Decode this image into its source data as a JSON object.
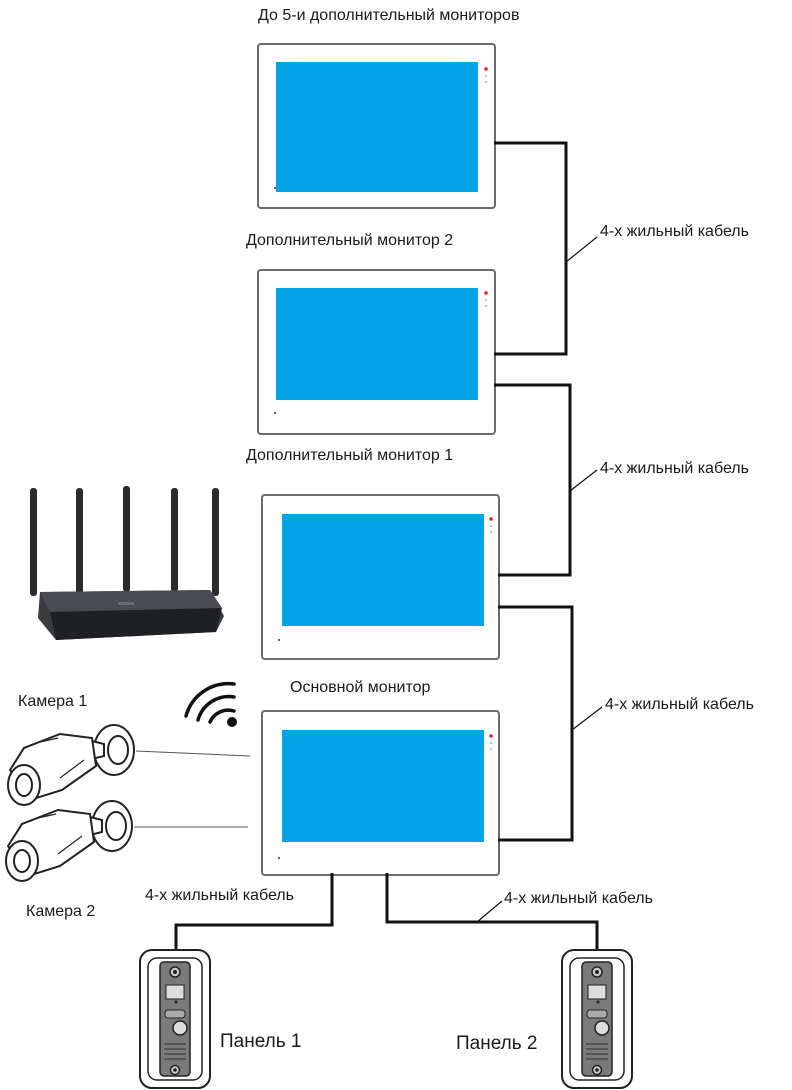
{
  "labels": {
    "top_title": "До 5-и дополнительный мониторов",
    "extra_monitor_2": "Дополнительный монитор 2",
    "extra_monitor_1": "Дополнительный монитор 1",
    "main_monitor": "Основной монитор",
    "cable": "4-х жильный кабель",
    "camera_1": "Камера 1",
    "camera_2": "Камера 2",
    "panel_1": "Панель 1",
    "panel_2": "Панель 2"
  },
  "colors": {
    "screen": "#03a3e8",
    "bezel": "#ffffff",
    "cable": "#111111",
    "led": "#e8202a"
  },
  "icons": [
    "wifi-icon",
    "router-icon",
    "camera-icon",
    "door-panel-icon"
  ]
}
